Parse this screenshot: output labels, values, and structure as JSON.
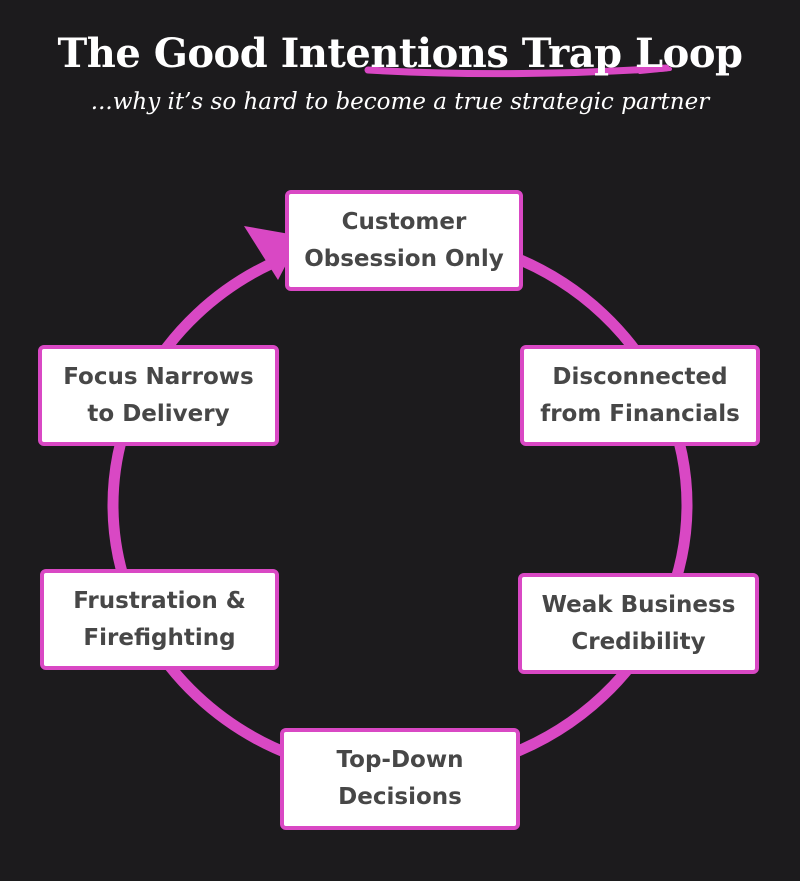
{
  "header": {
    "title": "The Good Intentions Trap Loop",
    "subtitle": "...why it’s so hard to become a true strategic partner"
  },
  "colors": {
    "background": "#1c1b1d",
    "accent": "#d948c4",
    "node_text": "#474747",
    "node_fill": "#ffffff"
  },
  "loop": {
    "direction": "clockwise",
    "nodes": [
      {
        "lines": [
          "Customer",
          "Obsession Only"
        ]
      },
      {
        "lines": [
          "Disconnected",
          "from Financials"
        ]
      },
      {
        "lines": [
          "Weak Business",
          "Credibility"
        ]
      },
      {
        "lines": [
          "Top-Down",
          "Decisions"
        ]
      },
      {
        "lines": [
          "Frustration &",
          "Firefighting"
        ]
      },
      {
        "lines": [
          "Focus Narrows",
          "to Delivery"
        ]
      }
    ]
  }
}
